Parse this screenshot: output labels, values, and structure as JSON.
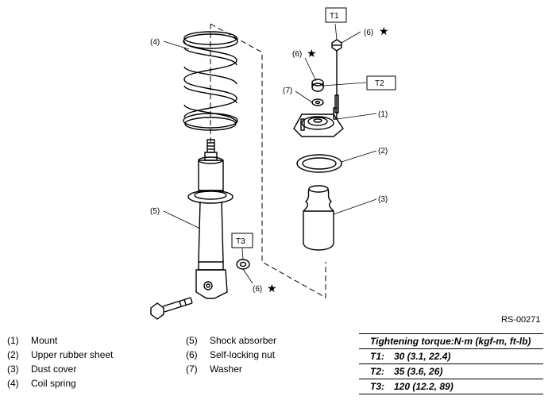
{
  "callouts": {
    "mount": "(1)",
    "upper_rubber_sheet": "(2)",
    "dust_cover": "(3)",
    "coil_spring": "(4)",
    "shock_absorber": "(5)",
    "nut_top": "(6)",
    "nut_mid": "(6)",
    "nut_bottom": "(6)",
    "washer": "(7)"
  },
  "torque_tags": {
    "t1": "T1",
    "t2": "T2",
    "t3": "T3"
  },
  "star": "★",
  "figure_code": "RS-00271",
  "legend": [
    {
      "num": "(1)",
      "label": "Mount"
    },
    {
      "num": "(2)",
      "label": "Upper rubber sheet"
    },
    {
      "num": "(3)",
      "label": "Dust cover"
    },
    {
      "num": "(4)",
      "label": "Coil spring"
    },
    {
      "num": "(5)",
      "label": "Shock absorber"
    },
    {
      "num": "(6)",
      "label": "Self-locking nut"
    },
    {
      "num": "(7)",
      "label": "Washer"
    }
  ],
  "torque_table": {
    "header": "Tightening torque:N·m (kgf-m, ft-lb)",
    "rows": [
      {
        "key": "T1:",
        "value": "30 (3.1, 22.4)"
      },
      {
        "key": "T2:",
        "value": "35 (3.6, 26)"
      },
      {
        "key": "T3:",
        "value": "120 (12.2, 89)"
      }
    ]
  }
}
